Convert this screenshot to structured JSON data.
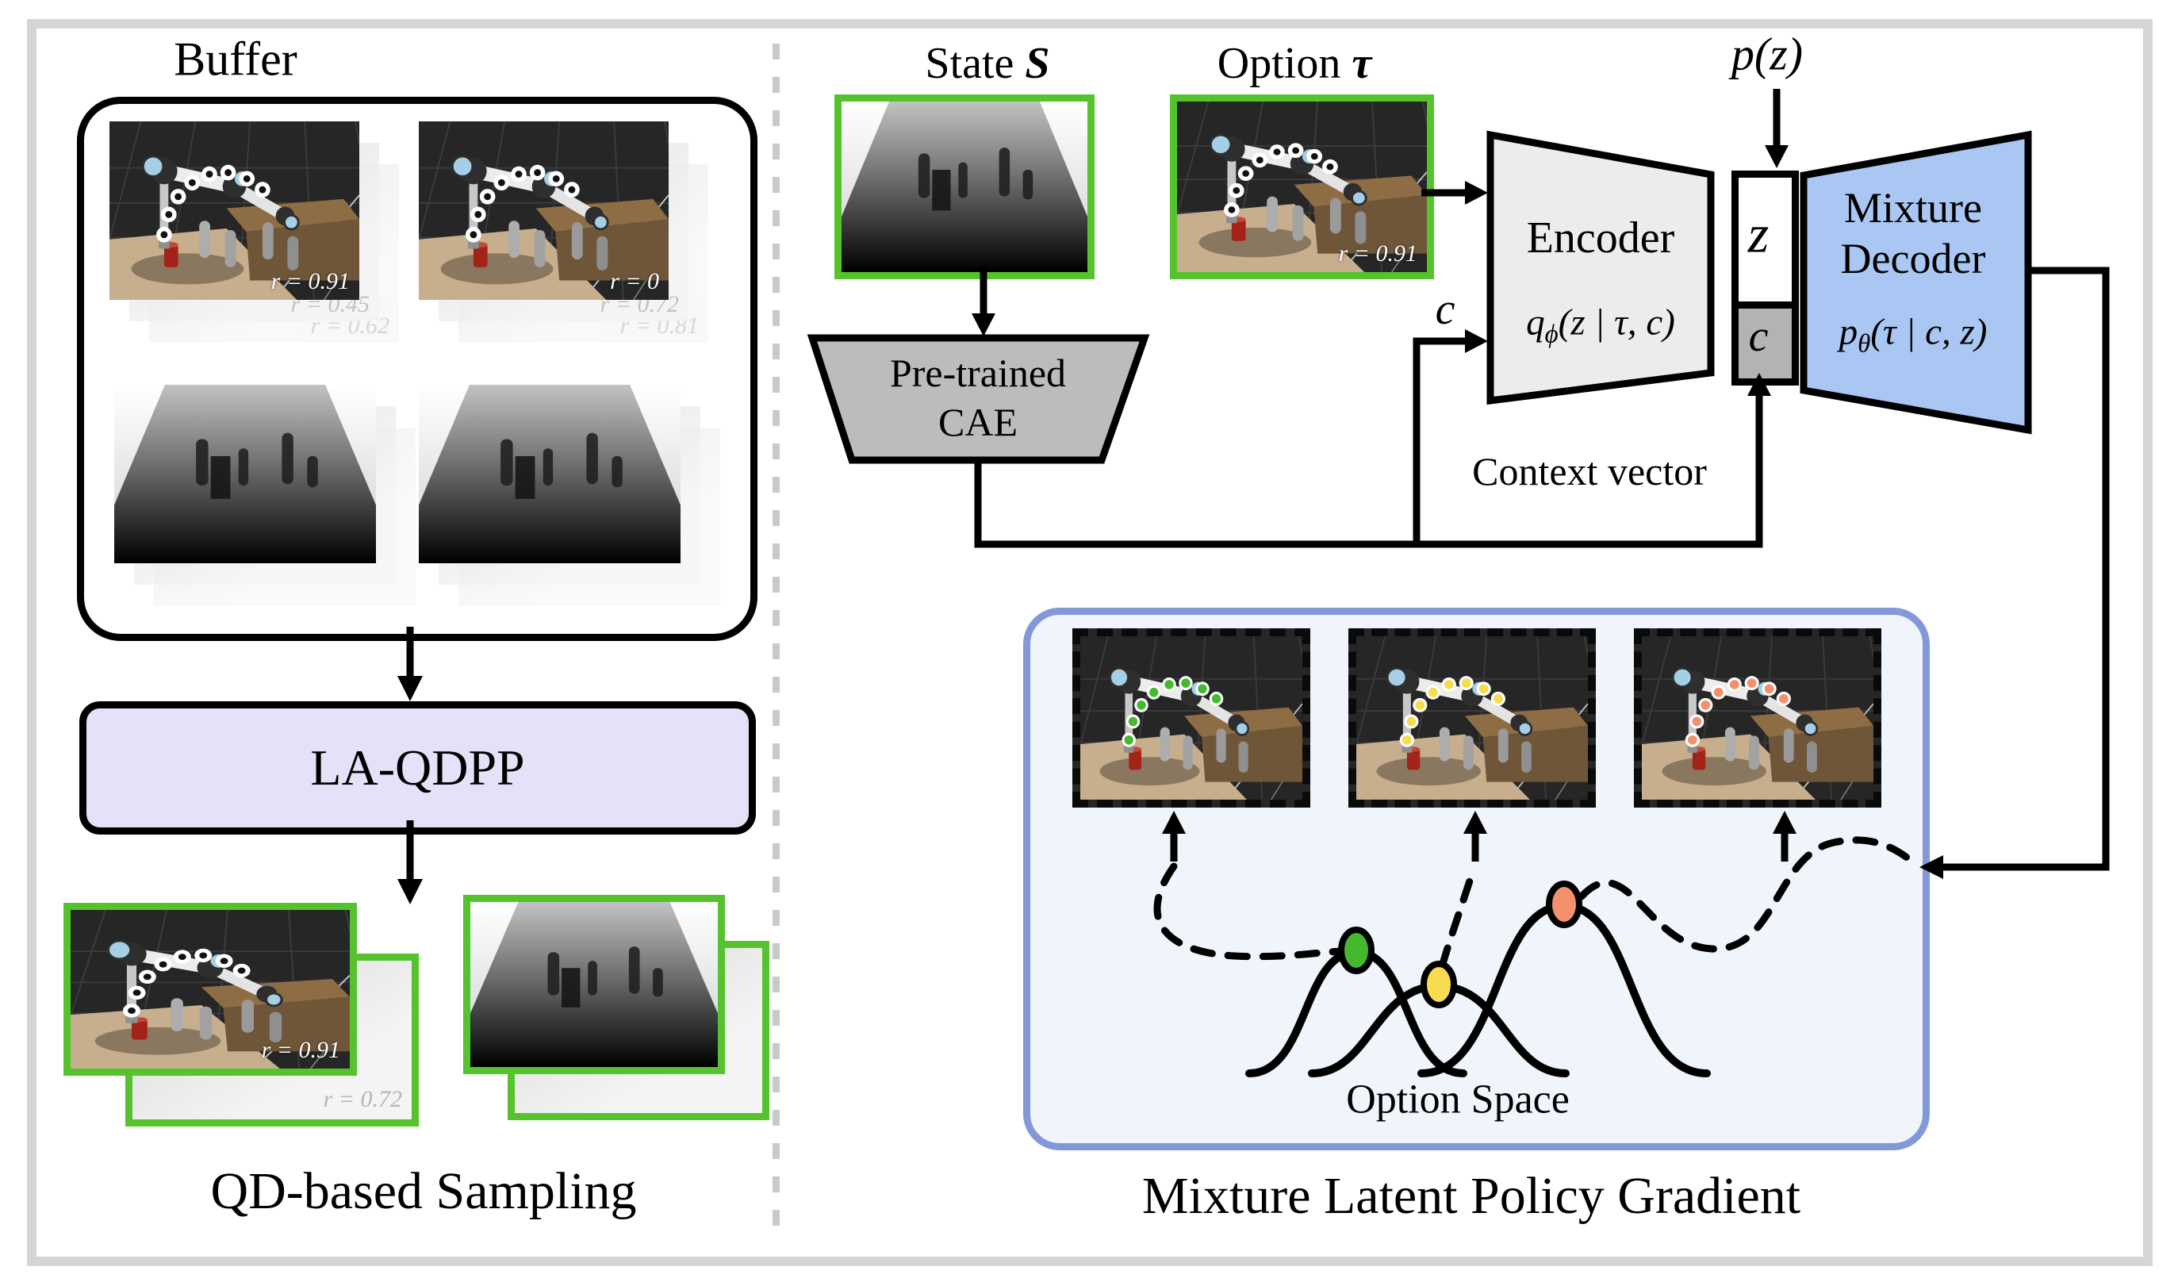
{
  "left": {
    "buffer_title": "Buffer",
    "la_qdpp_label": "LA-QDPP",
    "caption": "QD-based Sampling",
    "buffer_robot_a": {
      "front_reward": "r = 0.91",
      "ghosts": [
        "r = 0.45",
        "r = 0.62"
      ]
    },
    "buffer_robot_b": {
      "front_reward": "r = 0",
      "ghosts": [
        "r = 0.72",
        "r = 0.81"
      ]
    },
    "result_robot": {
      "front_reward": "r = 0.91",
      "ghost_reward": "r = 0.72"
    }
  },
  "right": {
    "caption": "Mixture Latent Policy Gradient",
    "state_word": "State",
    "state_symbol": "S",
    "option_word": "Option",
    "option_symbol": "τ",
    "option_reward": "r = 0.91",
    "cae_line1": "Pre-trained",
    "cae_line2": "CAE",
    "context_c_label": "c",
    "context_vector_label": "Context vector",
    "prior_label": "p(z)",
    "z_label": "z",
    "c_label": "c",
    "encoder": {
      "title": "Encoder",
      "f_base": "q",
      "f_sub": "ϕ",
      "f_rest": "(z | τ, c)"
    },
    "decoder": {
      "title_line1": "Mixture",
      "title_line2": "Decoder",
      "f_base": "p",
      "f_sub": "θ",
      "f_rest": "(τ | c, z)"
    },
    "option_space_label": "Option Space"
  },
  "colors": {
    "green_border": "#55c32e",
    "lavender": "#e6e1f8",
    "decoder_blue": "#a9c7f2",
    "encoder_gray": "#ececec",
    "cae_gray": "#bcbcbc",
    "c_box_gray": "#b3b3b3",
    "box_blue_border": "#8298d8",
    "box_blue_fill": "#f0f4fb",
    "dot_green": "#45b92e",
    "dot_yellow": "#f6dc4e",
    "dot_orange": "#f4916c"
  }
}
